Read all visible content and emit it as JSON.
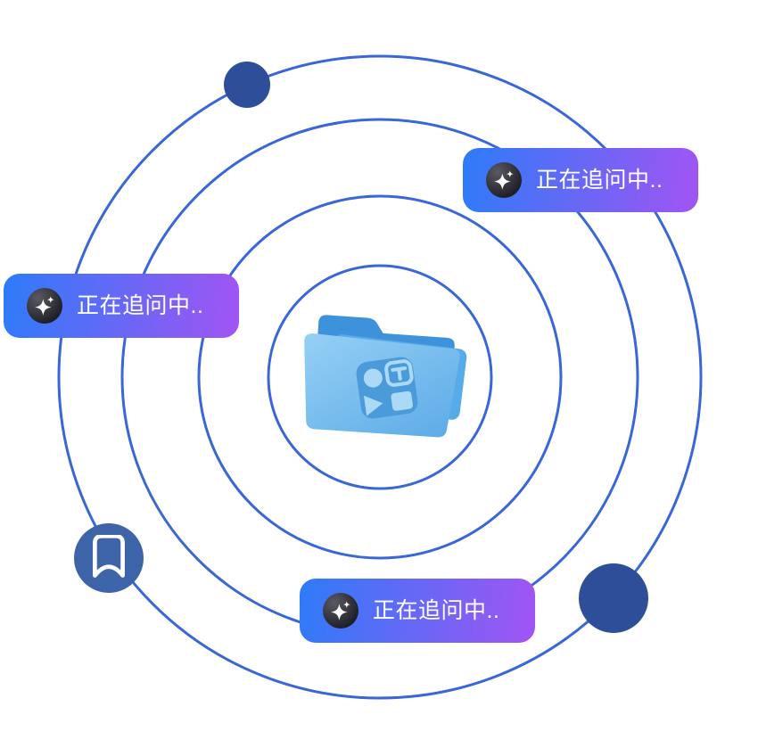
{
  "badges": {
    "top_right": {
      "label": "正在追问中..",
      "icon": "sparkle-icon"
    },
    "left": {
      "label": "正在追问中..",
      "icon": "sparkle-icon"
    },
    "bottom": {
      "label": "正在追问中..",
      "icon": "sparkle-icon"
    }
  },
  "icons": {
    "center": "media-folder-icon",
    "orbit_marker": "bookmark-icon",
    "badge": "sparkle-icon"
  },
  "colors": {
    "background": "#FFFFFF",
    "orbit_line": "#3A66D6",
    "planet_dot": "#2D4E99",
    "bookmark_circle": "#3D64A8",
    "badge_gradient_start": "#2E7BF8",
    "badge_gradient_end": "#A254F3",
    "badge_text": "#FFFFFF",
    "spark_icon_bg_light": "#5A5A64",
    "spark_icon_bg_dark": "#1E1E25",
    "folder_back": "#3E92DB",
    "folder_sheet": "#57ABE9",
    "folder_front_light": "#96D0F5",
    "folder_front_dark": "#5FADE7",
    "media_badge_bg": "#4B9BDA",
    "media_glyph": "#ABD9F6"
  }
}
